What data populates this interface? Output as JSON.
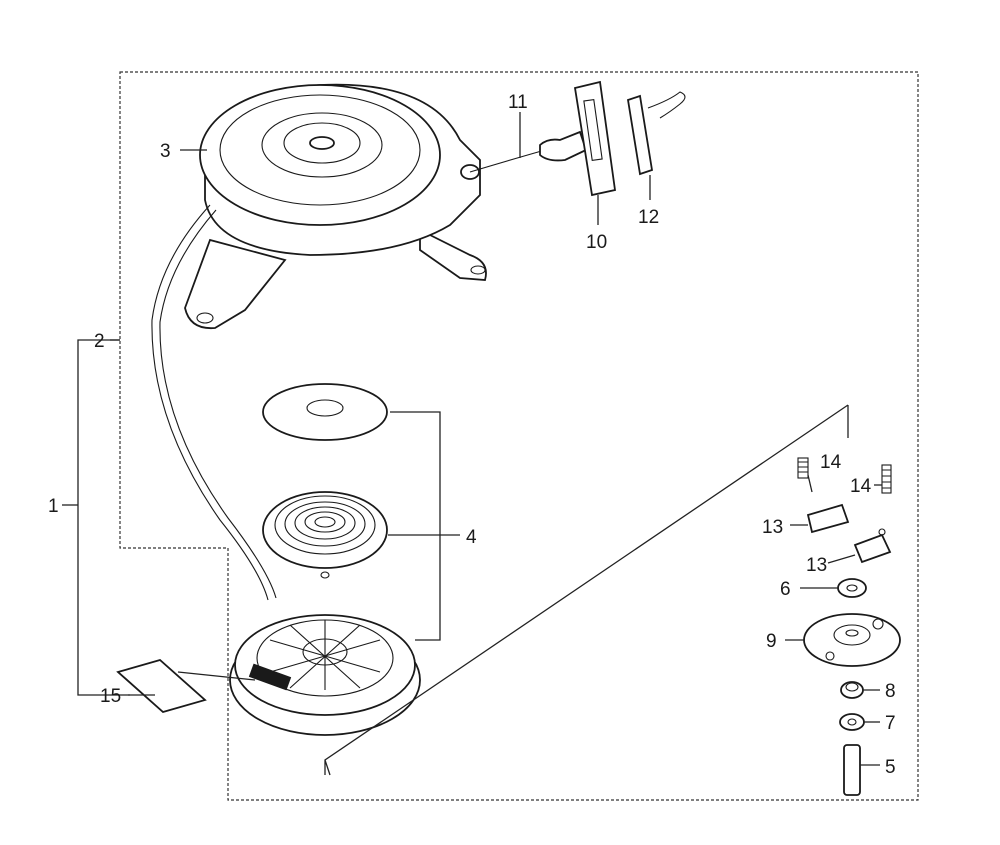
{
  "labels": {
    "p1": "1",
    "p2": "2",
    "p3": "3",
    "p4": "4",
    "p5": "5",
    "p6": "6",
    "p7": "7",
    "p8": "8",
    "p9": "9",
    "p10": "10",
    "p11": "11",
    "p12": "12",
    "p13a": "13",
    "p13b": "13",
    "p14a": "14",
    "p14b": "14",
    "p15": "15"
  },
  "colors": {
    "ink": "#1a1a1a",
    "paper": "#ffffff"
  }
}
